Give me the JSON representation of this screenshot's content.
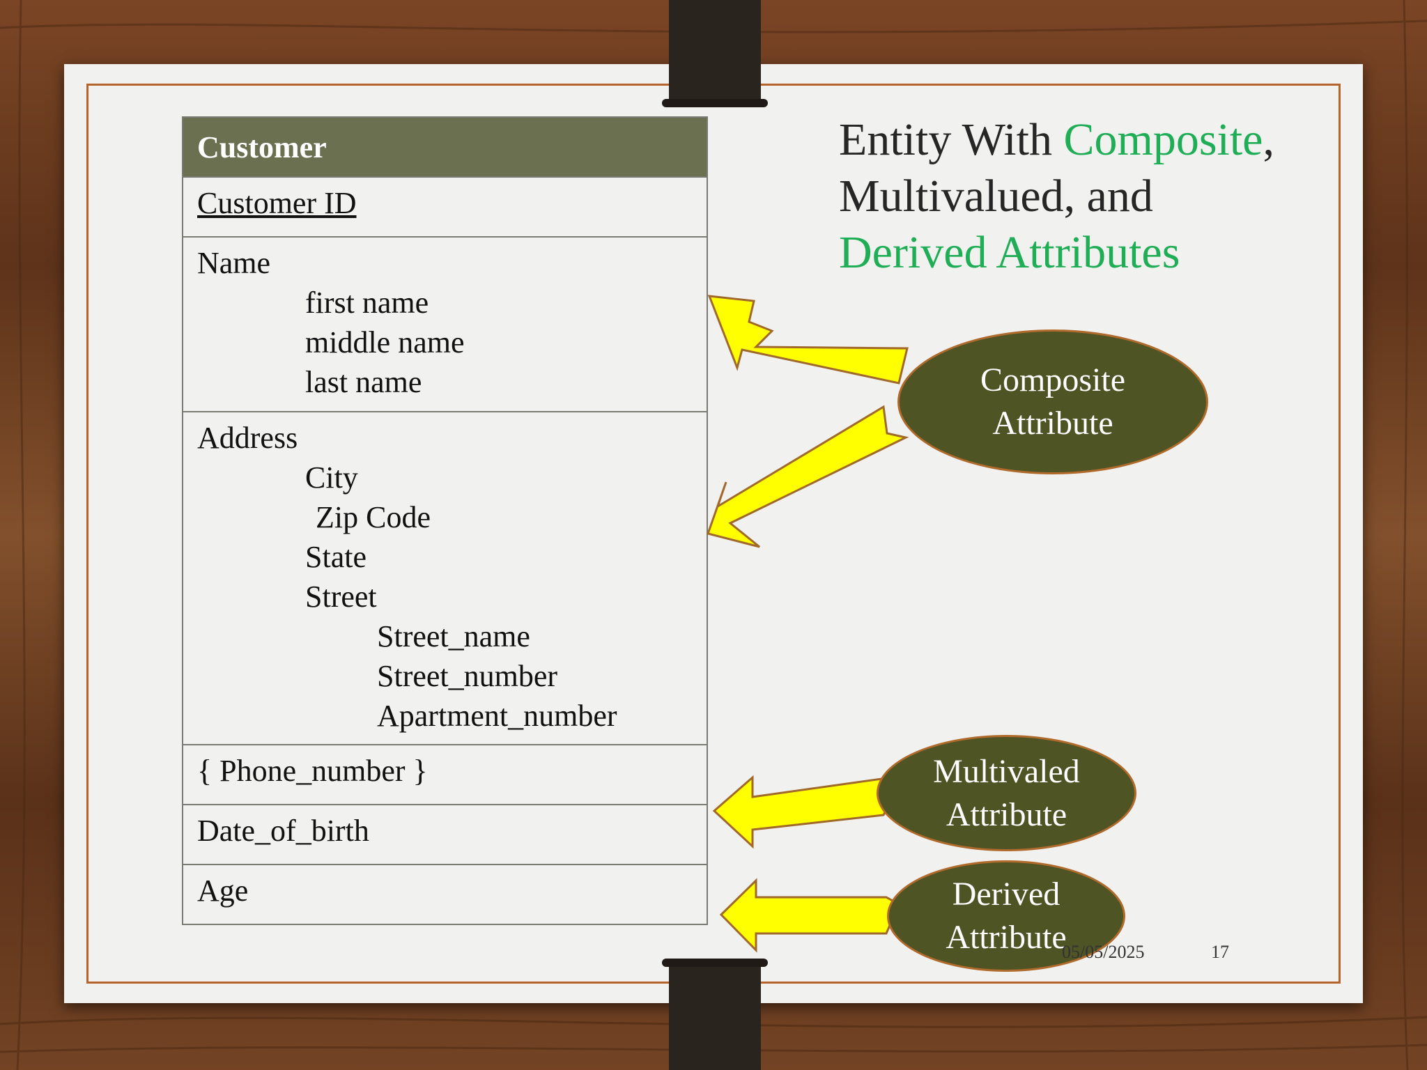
{
  "title": {
    "line1_a": "Entity With ",
    "line1_b": "Composite",
    "line1_c": ",",
    "line2": "Multivalued, and",
    "line3": "Derived Attributes"
  },
  "entity": {
    "name": "Customer",
    "key": "Customer ID",
    "name_attr": "Name",
    "name_parts": [
      "first name",
      "middle name",
      "last name"
    ],
    "address_attr": "Address",
    "address_parts": [
      "City",
      "Zip Code",
      "State",
      "Street"
    ],
    "street_parts": [
      "Street_name",
      "Street_number",
      "Apartment_number"
    ],
    "phone": "{ Phone_number }",
    "dob": "Date_of_birth",
    "age": "Age"
  },
  "callouts": {
    "composite": [
      "Composite",
      "Attribute"
    ],
    "multivalued": [
      "Multivaled",
      "Attribute"
    ],
    "derived": [
      "Derived",
      "Attribute"
    ]
  },
  "footer": {
    "date": "05/05/2025",
    "page": "17"
  },
  "colors": {
    "header_fill": "#6b7050",
    "oval_fill": "#4f5425",
    "arrow_fill": "#ffff00",
    "accent_green": "#1fad55",
    "frame": "#b5652c"
  }
}
